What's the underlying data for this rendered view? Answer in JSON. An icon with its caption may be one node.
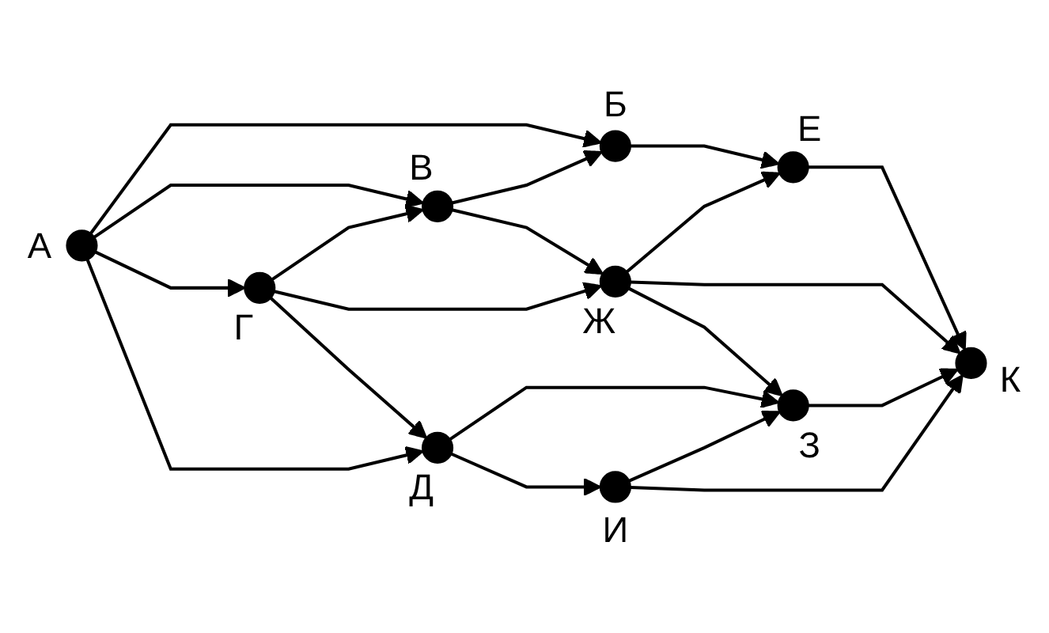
{
  "diagram": {
    "nodes": [
      {
        "text": [],
        "shape": "circle",
        "beside": [
          "А"
        ]
      },
      {
        "text": [],
        "shape": "circle",
        "beside": [
          "Б"
        ]
      },
      {
        "text": [],
        "shape": "circle",
        "beside": [
          "В"
        ]
      },
      {
        "text": [],
        "shape": "circle",
        "beside": [
          "Г"
        ]
      },
      {
        "text": [],
        "shape": "circle",
        "beside": [
          "Д"
        ]
      },
      {
        "text": [],
        "shape": "circle",
        "beside": [
          "Е"
        ]
      },
      {
        "text": [],
        "shape": "circle",
        "beside": [
          "Ж"
        ]
      },
      {
        "text": [],
        "shape": "circle",
        "beside": [
          "З"
        ]
      },
      {
        "text": [],
        "shape": "circle",
        "beside": [
          "И"
        ]
      },
      {
        "text": [],
        "shape": "circle",
        "beside": [
          "К"
        ]
      }
    ],
    "edges": [
      {
        "from": 0,
        "to": 1,
        "arrow": "to"
      },
      {
        "from": 0,
        "to": 2,
        "arrow": "to"
      },
      {
        "from": 0,
        "to": 3,
        "arrow": "to"
      },
      {
        "from": 0,
        "to": 4,
        "arrow": "to"
      },
      {
        "from": 1,
        "to": 5,
        "arrow": "to"
      },
      {
        "from": 2,
        "to": 1,
        "arrow": "to"
      },
      {
        "from": 2,
        "to": 6,
        "arrow": "to"
      },
      {
        "from": 3,
        "to": 2,
        "arrow": "to"
      },
      {
        "from": 3,
        "to": 6,
        "arrow": "to"
      },
      {
        "from": 3,
        "to": 4,
        "arrow": "to"
      },
      {
        "from": 4,
        "to": 7,
        "arrow": "to"
      },
      {
        "from": 4,
        "to": 8,
        "arrow": "to"
      },
      {
        "from": 6,
        "to": 5,
        "arrow": "to"
      },
      {
        "from": 6,
        "to": 9,
        "arrow": "to"
      },
      {
        "from": 6,
        "to": 7,
        "arrow": "to"
      },
      {
        "from": 5,
        "to": 9,
        "arrow": "to"
      },
      {
        "from": 7,
        "to": 9,
        "arrow": "to"
      },
      {
        "from": 8,
        "to": 7,
        "arrow": "to"
      },
      {
        "from": 8,
        "to": 9,
        "arrow": "to"
      }
    ]
  }
}
